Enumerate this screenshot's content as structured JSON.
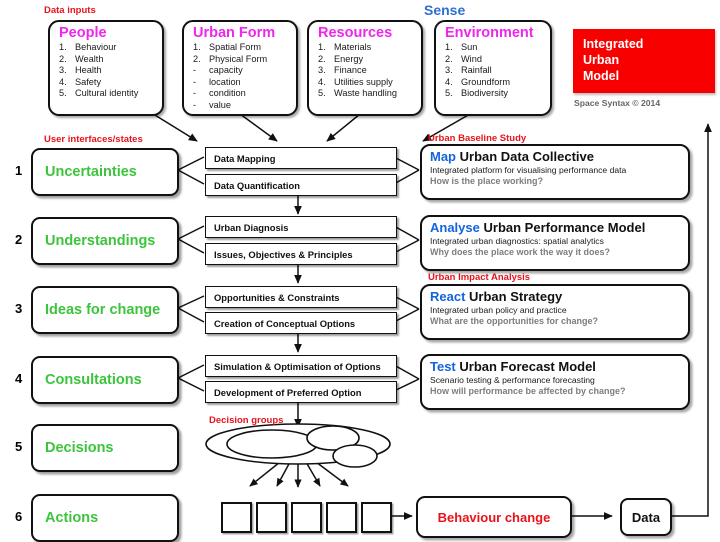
{
  "labels": {
    "data_inputs": "Data inputs",
    "sense": "Sense",
    "user_interfaces": "User interfaces/states",
    "urban_baseline": "Urban Baseline Study",
    "urban_impact": "Urban Impact Analysis",
    "decision_groups": "Decision groups"
  },
  "brand": {
    "line1": "Integrated",
    "line2": "Urban",
    "line3": "Model",
    "copyright": "Space Syntax © 2014"
  },
  "inputs": [
    {
      "title": "People",
      "items": [
        "1.|Behaviour",
        "2.|Wealth",
        "3.|Health",
        "4.|Safety",
        "5.|Cultural identity"
      ]
    },
    {
      "title": "Urban Form",
      "items": [
        "1.|Spatial Form",
        "2.|Physical Form",
        "-|capacity",
        "-|location",
        "-|condition",
        "-|value"
      ]
    },
    {
      "title": "Resources",
      "items": [
        "1.|Materials",
        "2.|Energy",
        "3.|Finance",
        "4.|Utilities supply",
        "5.|Waste handling"
      ]
    },
    {
      "title": "Environment",
      "items": [
        "1.|Sun",
        "2.|Wind",
        "3.|Rainfall",
        "4.|Groundform",
        "5.|Biodiversity"
      ]
    }
  ],
  "stages": [
    {
      "num": "1",
      "label": "Uncertainties"
    },
    {
      "num": "2",
      "label": "Understandings"
    },
    {
      "num": "3",
      "label": "Ideas for change"
    },
    {
      "num": "4",
      "label": "Consultations"
    },
    {
      "num": "5",
      "label": "Decisions"
    },
    {
      "num": "6",
      "label": "Actions"
    }
  ],
  "processes": [
    "Data Mapping",
    "Data Quantification",
    "Urban Diagnosis",
    "Issues, Objectives & Principles",
    "Opportunities & Constraints",
    "Creation of Conceptual Options",
    "Simulation & Optimisation of Options",
    "Development of Preferred Option"
  ],
  "panels": [
    {
      "keyword": "Map",
      "title": "Urban Data Collective",
      "desc": "Integrated platform for visualising performance data",
      "question": "How is the place working?"
    },
    {
      "keyword": "Analyse",
      "title": "Urban Performance Model",
      "desc": "Integrated urban diagnostics: spatial analytics",
      "question": "Why does the place work the way it does?"
    },
    {
      "keyword": "React",
      "title": "Urban Strategy",
      "desc": "Integrated urban policy and practice",
      "question": "What are the opportunities for change?"
    },
    {
      "keyword": "Test",
      "title": "Urban Forecast Model",
      "desc": "Scenario testing & performance forecasting",
      "question": "How will performance be affected by change?"
    }
  ],
  "outcome": {
    "behaviour_change": "Behaviour change",
    "data": "Data"
  },
  "colors": {
    "label_red": "#e8131a",
    "stage_green": "#3cc43c",
    "input_magenta": "#ee26ee",
    "panel_blue": "#1464e0",
    "brand_red": "#f80000",
    "sense_blue": "#2e6fd6"
  }
}
